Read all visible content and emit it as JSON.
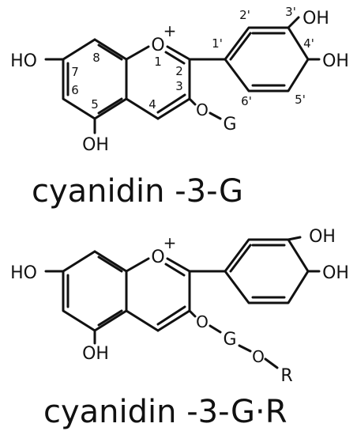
{
  "structure_1": {
    "caption": "cyanidin -3-G",
    "atoms": {
      "o_ring": "O",
      "charge": "+",
      "oh_7": "HO",
      "oh_5": "OH",
      "oh_3p": "OH",
      "oh_4p": "OH",
      "o_3": "O",
      "g": "G"
    },
    "numbering": {
      "n1": "1",
      "n2": "2",
      "n3": "3",
      "n4": "4",
      "n5": "5",
      "n6": "6",
      "n7": "7",
      "n8": "8",
      "n1p": "1'",
      "n2p": "2'",
      "n3p": "3'",
      "n4p": "4'",
      "n5p": "5'",
      "n6p": "6'"
    }
  },
  "structure_2": {
    "caption": "cyanidin -3-G·R",
    "atoms": {
      "o_ring": "O",
      "charge": "+",
      "oh_7": "HO",
      "oh_5": "OH",
      "oh_3p": "OH",
      "oh_4p": "OH",
      "o_3": "O",
      "g": "G",
      "o_link": "O",
      "r": "R"
    }
  }
}
